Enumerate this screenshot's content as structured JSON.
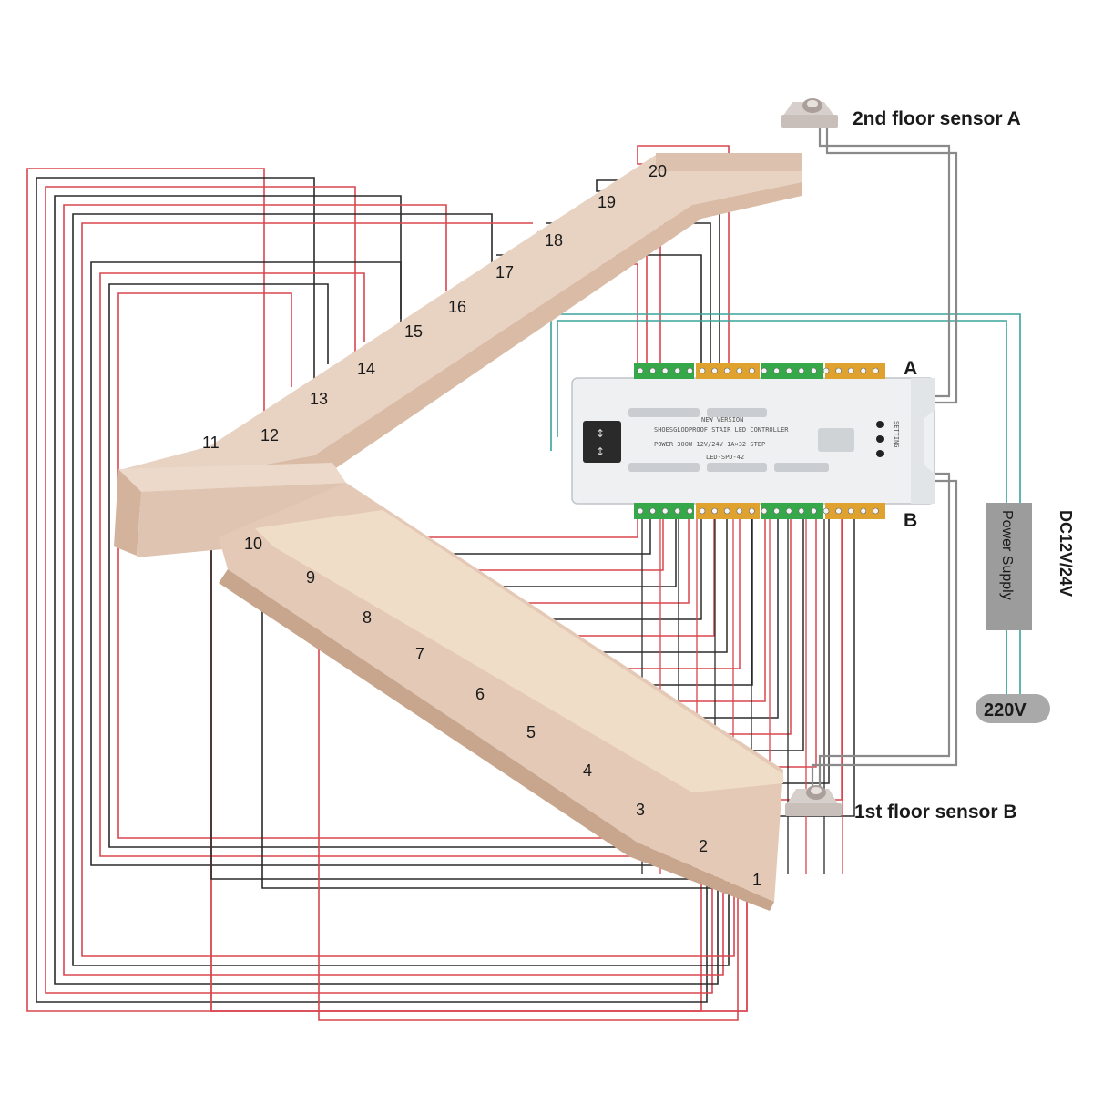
{
  "labels": {
    "sensor_a": "2nd floor sensor A",
    "sensor_b": "1st floor sensor B",
    "side_a": "A",
    "side_b": "B",
    "power_supply": "Power Supply",
    "voltage_dc": "DC12V/24V",
    "mains": "220V"
  },
  "controller": {
    "line1": "NEW VERSION",
    "line2": "SHOESGLODPROOF STAIR LED CONTROLLER",
    "line3": "POWER 300W 12V/24V 1A×32 STEP",
    "line4": "LED-SPD-42",
    "setting": "SETTING"
  },
  "steps": [
    "1",
    "2",
    "3",
    "4",
    "5",
    "6",
    "7",
    "8",
    "9",
    "10",
    "11",
    "12",
    "13",
    "14",
    "15",
    "16",
    "17",
    "18",
    "19",
    "20"
  ],
  "colors": {
    "red_wire": "#d9464f",
    "black_wire": "#2b2b2b",
    "gray_wire": "#8a8a8a",
    "teal_wire": "#3aa39a",
    "stair": "#e6cdbb",
    "terminal_green": "#36a84a",
    "terminal_orange": "#e0a22e"
  }
}
